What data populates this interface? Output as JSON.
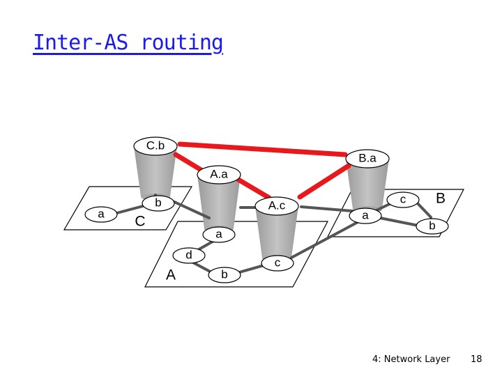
{
  "title": "Inter-AS routing",
  "routers": {
    "Cb": "C.b",
    "Ba": "B.a",
    "Aa": "A.a",
    "Ac": "A.c"
  },
  "nodes": {
    "C_a": "a",
    "C_b": "b",
    "A_a": "a",
    "A_d": "d",
    "A_b": "b",
    "A_c": "c",
    "B_a": "a",
    "B_c": "c",
    "B_b": "b"
  },
  "regions": {
    "C": "C",
    "A": "A",
    "B": "B"
  },
  "colors": {
    "inter_as_link": "#e8181c",
    "intra_link": "#555555",
    "cylinder": "#b4b4b4",
    "title": "#1a1aee"
  },
  "footer": {
    "left": "4: Network Layer",
    "right": "18"
  }
}
